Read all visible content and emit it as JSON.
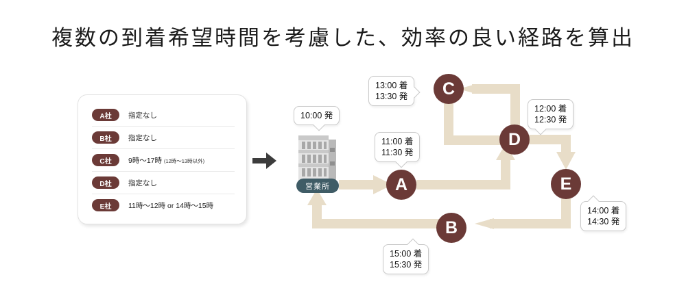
{
  "title": "複数の到着希望時間を考慮した、効率の良い経路を算出",
  "constraints_panel": {
    "rows": [
      {
        "company": "A社",
        "window": "指定なし",
        "note": ""
      },
      {
        "company": "B社",
        "window": "指定なし",
        "note": ""
      },
      {
        "company": "C社",
        "window": "9時〜17時",
        "note": "(12時〜13時以外)"
      },
      {
        "company": "D社",
        "window": "指定なし",
        "note": ""
      },
      {
        "company": "E社",
        "window": "11時〜12時 or 14時〜15時",
        "note": ""
      }
    ]
  },
  "transition": {
    "icon": "right-arrow-icon"
  },
  "route_map": {
    "depot": {
      "label": "営業所",
      "callout": {
        "line1": "10:00 発",
        "line2": ""
      }
    },
    "stops": [
      {
        "id": "A",
        "label": "A",
        "callout": {
          "line1": "11:00 着",
          "line2": "11:30 発"
        }
      },
      {
        "id": "D",
        "label": "D",
        "callout": {
          "line1": "12:00 着",
          "line2": "12:30 発"
        }
      },
      {
        "id": "C",
        "label": "C",
        "callout": {
          "line1": "13:00 着",
          "line2": "13:30 発"
        }
      },
      {
        "id": "E",
        "label": "E",
        "callout": {
          "line1": "14:00 着",
          "line2": "14:30 発"
        }
      },
      {
        "id": "B",
        "label": "B",
        "callout": {
          "line1": "15:00 着",
          "line2": "15:30 発"
        }
      }
    ],
    "sequence": [
      "営業所",
      "A",
      "D",
      "C",
      "D",
      "E",
      "B",
      "営業所"
    ]
  },
  "colors": {
    "node": "#6b3a37",
    "path": "#e8ddc8",
    "depot_badge": "#3f5c66",
    "title_text": "#1b1b1b",
    "transition_arrow": "#3c3c3c",
    "panel_border": "#e2e2e2",
    "background": "#ffffff"
  }
}
